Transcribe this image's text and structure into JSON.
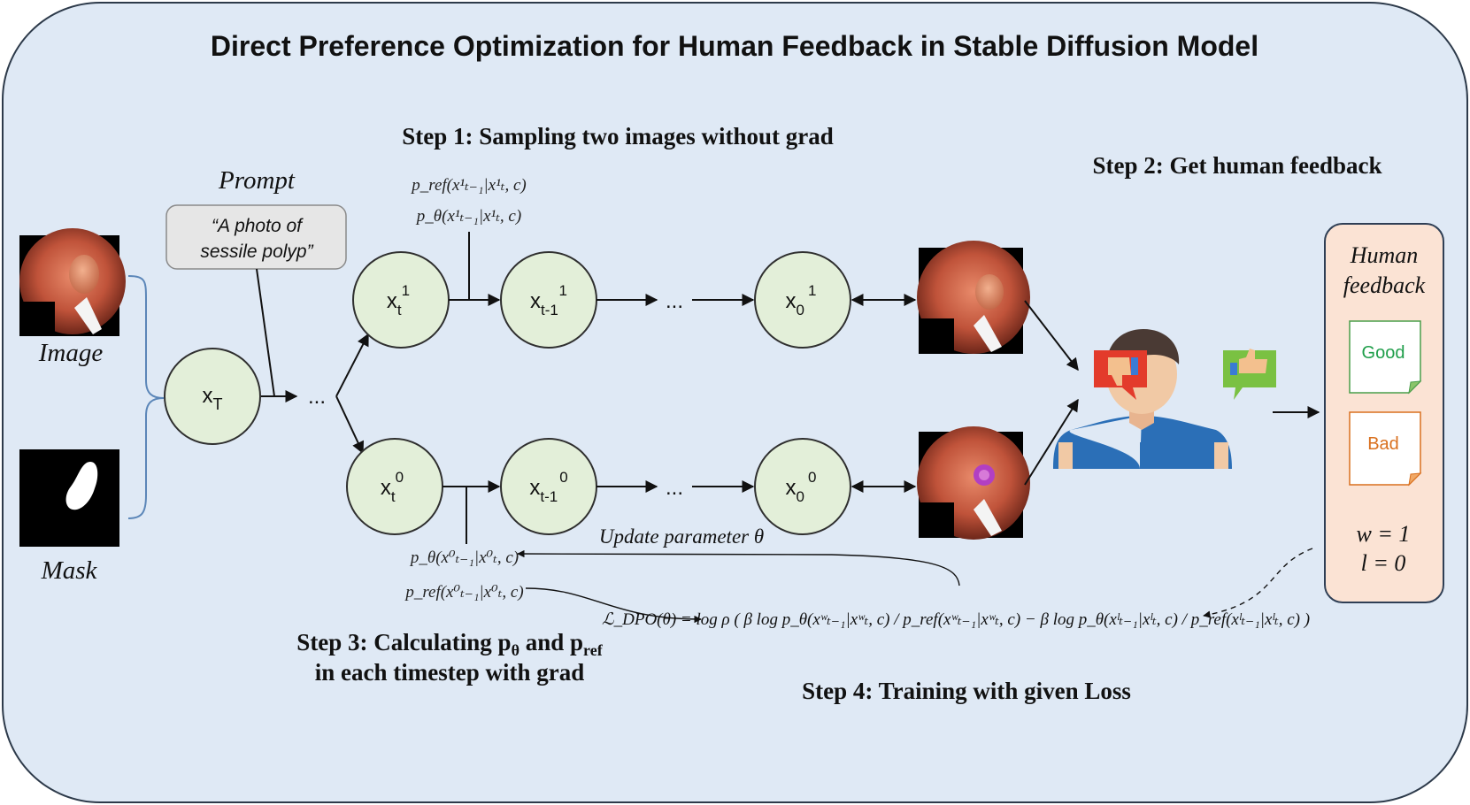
{
  "title": "Direct Preference Optimization for Human Feedback in Stable Diffusion Model",
  "step1": "Step 1: Sampling two images without grad",
  "step2": "Step 2: Get human feedback",
  "step3_line1": "Step 3: Calculating p",
  "step3_sub_theta": "θ",
  "step3_and": " and p",
  "step3_sub_ref": "ref",
  "step3_line2": "in each timestep with grad",
  "step4": "Step 4: Training with given Loss",
  "prompt": {
    "label": "Prompt",
    "line1": "“A photo of",
    "line2": "sessile polyp”"
  },
  "inputs": {
    "image_label": "Image",
    "mask_label": "Mask"
  },
  "nodes": {
    "xT": "x",
    "xT_sub": "T",
    "x": "x",
    "t": "t",
    "tm1": "t-1",
    "zero": "0",
    "sup1": "1",
    "sup0": "0"
  },
  "ellipsis": "...",
  "top_probs": {
    "p_ref": "p_ref(x¹ₜ₋₁|x¹ₜ, c)",
    "p_theta": "p_θ(x¹ₜ₋₁|x¹ₜ, c)"
  },
  "bottom_probs": {
    "p_theta": "p_θ(x⁰ₜ₋₁|x⁰ₜ, c)",
    "p_ref": "p_ref(x⁰ₜ₋₁|x⁰ₜ, c)"
  },
  "update_label": "Update parameter θ",
  "feedback": {
    "title_line1": "Human",
    "title_line2": "feedback",
    "good": "Good",
    "bad": "Bad",
    "w": "w = 1",
    "l": "l = 0"
  },
  "loss_formula": "ℒ_DPO(θ) = log ρ ( β log p_θ(xʷₜ₋₁|xʷₜ, c) / p_ref(xʷₜ₋₁|xʷₜ, c) − β log p_θ(xˡₜ₋₁|xˡₜ, c) / p_ref(xˡₜ₋₁|xˡₜ, c) )",
  "colors": {
    "background": "#dfe9f5",
    "node_fill": "#e3efd9",
    "feedback_panel": "#fbe3d4",
    "good_text": "#1f9e4a",
    "bad_text": "#d9701e",
    "prompt_box": "#e6e6e6"
  }
}
